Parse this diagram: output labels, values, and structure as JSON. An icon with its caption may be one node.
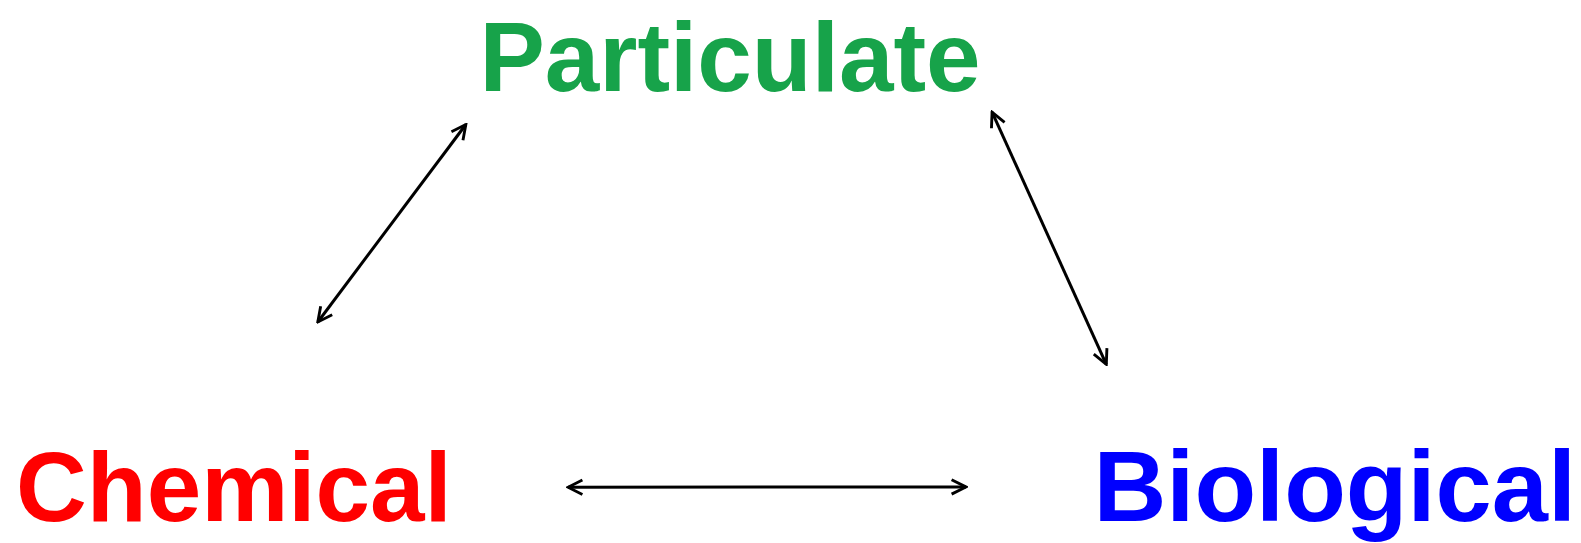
{
  "diagram": {
    "nodes": [
      {
        "text": [
          "Particulate"
        ]
      },
      {
        "text": [
          "Chemical"
        ]
      },
      {
        "text": [
          "Biological"
        ]
      }
    ],
    "edges": [
      {
        "from": 1,
        "to": 0,
        "arrow": "both"
      },
      {
        "from": 0,
        "to": 2,
        "arrow": "both"
      },
      {
        "from": 1,
        "to": 2,
        "arrow": "both"
      }
    ]
  }
}
